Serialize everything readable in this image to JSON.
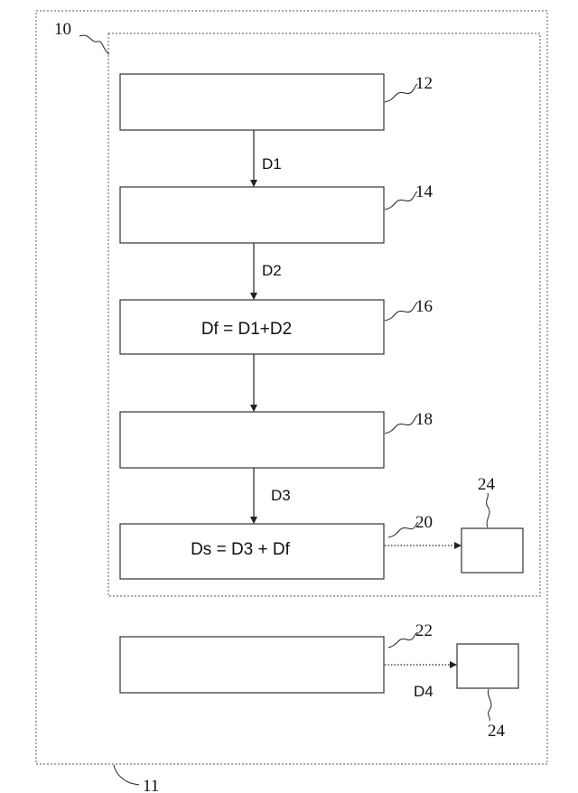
{
  "references": {
    "r10": "10",
    "r11": "11",
    "r12": "12",
    "r14": "14",
    "r16": "16",
    "r18": "18",
    "r20": "20",
    "r22": "22",
    "r24_top": "24",
    "r24_bottom": "24"
  },
  "boxes": {
    "b16": "Df = D1+D2",
    "b20": "Ds = D3 + Df"
  },
  "edges": {
    "d1": "D1",
    "d2": "D2",
    "d3": "D3",
    "d4": "D4"
  }
}
